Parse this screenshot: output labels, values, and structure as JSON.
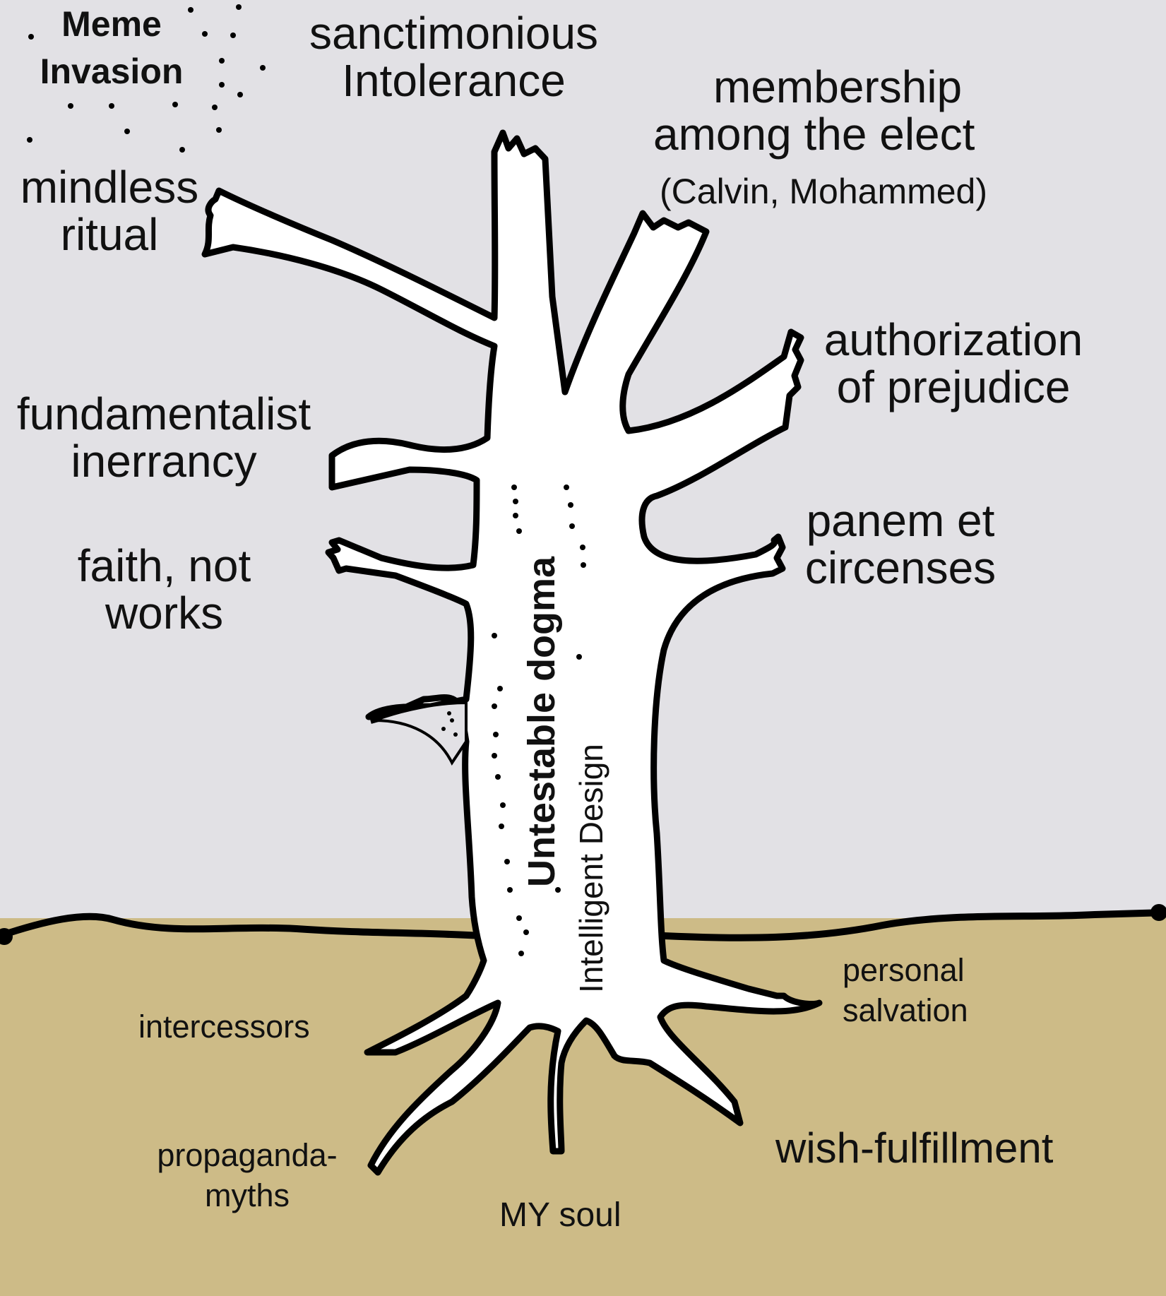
{
  "labels": {
    "meme_invasion": [
      "Meme",
      "Invasion"
    ],
    "sanctimonious": [
      "sanctimonious",
      "Intolerance"
    ],
    "membership": [
      "membership",
      "among the  elect"
    ],
    "membership_note": "(Calvin, Mohammed)",
    "mindless_ritual": [
      "mindless",
      "ritual"
    ],
    "authorization": [
      "authorization",
      "of prejudice"
    ],
    "fundamentalist": [
      "fundamentalist",
      "inerrancy"
    ],
    "panem": [
      "panem et",
      "circenses"
    ],
    "faith": [
      "faith, not",
      "works"
    ],
    "untestable": "Untestable dogma",
    "intelligent_design": "Intelligent Design",
    "intercessors": "intercessors",
    "personal_salvation": [
      "personal",
      "salvation"
    ],
    "propaganda": [
      "propaganda-",
      "myths"
    ],
    "wish": "wish-fulfillment",
    "soul": "MY soul"
  },
  "colors": {
    "sky": "#e2e1e5",
    "ground": "#cdbb87",
    "tree": "#ffffff",
    "outline": "#000000"
  }
}
